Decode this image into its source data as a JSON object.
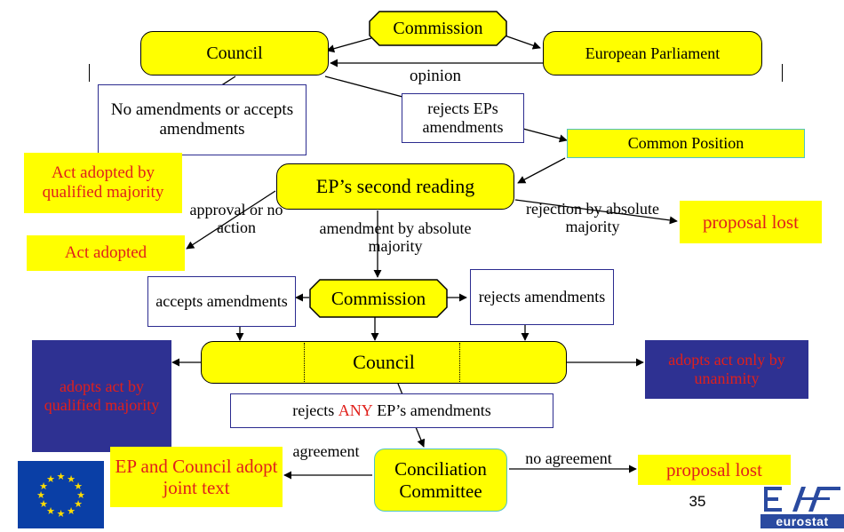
{
  "nodes": {
    "commission_top": "Commission",
    "council_top": "Council",
    "european_parliament": "European Parliament",
    "no_amendments": "No amendments or accepts amendments",
    "rejects_eps": "rejects EPs amendments",
    "common_position": "Common Position",
    "act_qualified": "Act adopted by qualified majority",
    "ep_second_reading": "EP’s second reading",
    "proposal_lost_1": "proposal lost",
    "act_adopted": "Act adopted",
    "accepts_amendments": "accepts amendments",
    "commission_mid": "Commission",
    "rejects_amendments": "rejects amendments",
    "council_mid": "Council",
    "adopts_qualified": "adopts act by qualified majority",
    "adopts_unanimity": "adopts act only by unanimity",
    "rejects_any_prefix": "rejects",
    "rejects_any_highlight": "ANY",
    "rejects_any_suffix": "EP’s amendments",
    "ep_council_joint": "EP and Council adopt joint text",
    "conciliation": "Conciliation Committee",
    "proposal_lost_2": "proposal lost"
  },
  "edge_labels": {
    "opinion": "opinion",
    "approval": "approval or no action",
    "amendment_abs": "amendment by absolute majority",
    "rejection_abs": "rejection by absolute majority",
    "agreement": "agreement",
    "no_agreement": "no agreement"
  },
  "page_number": "35",
  "logos": {
    "eurostat": "eurostat"
  },
  "colors": {
    "yellow": "#ffff00",
    "navy": "#2e3192",
    "red": "#e0201b",
    "outline": "#2b2b8f",
    "teal": "#4fc3c3"
  },
  "icons": {
    "eu_flag": "eu-flag-icon",
    "eurostat_logo": "eurostat-logo-icon"
  }
}
